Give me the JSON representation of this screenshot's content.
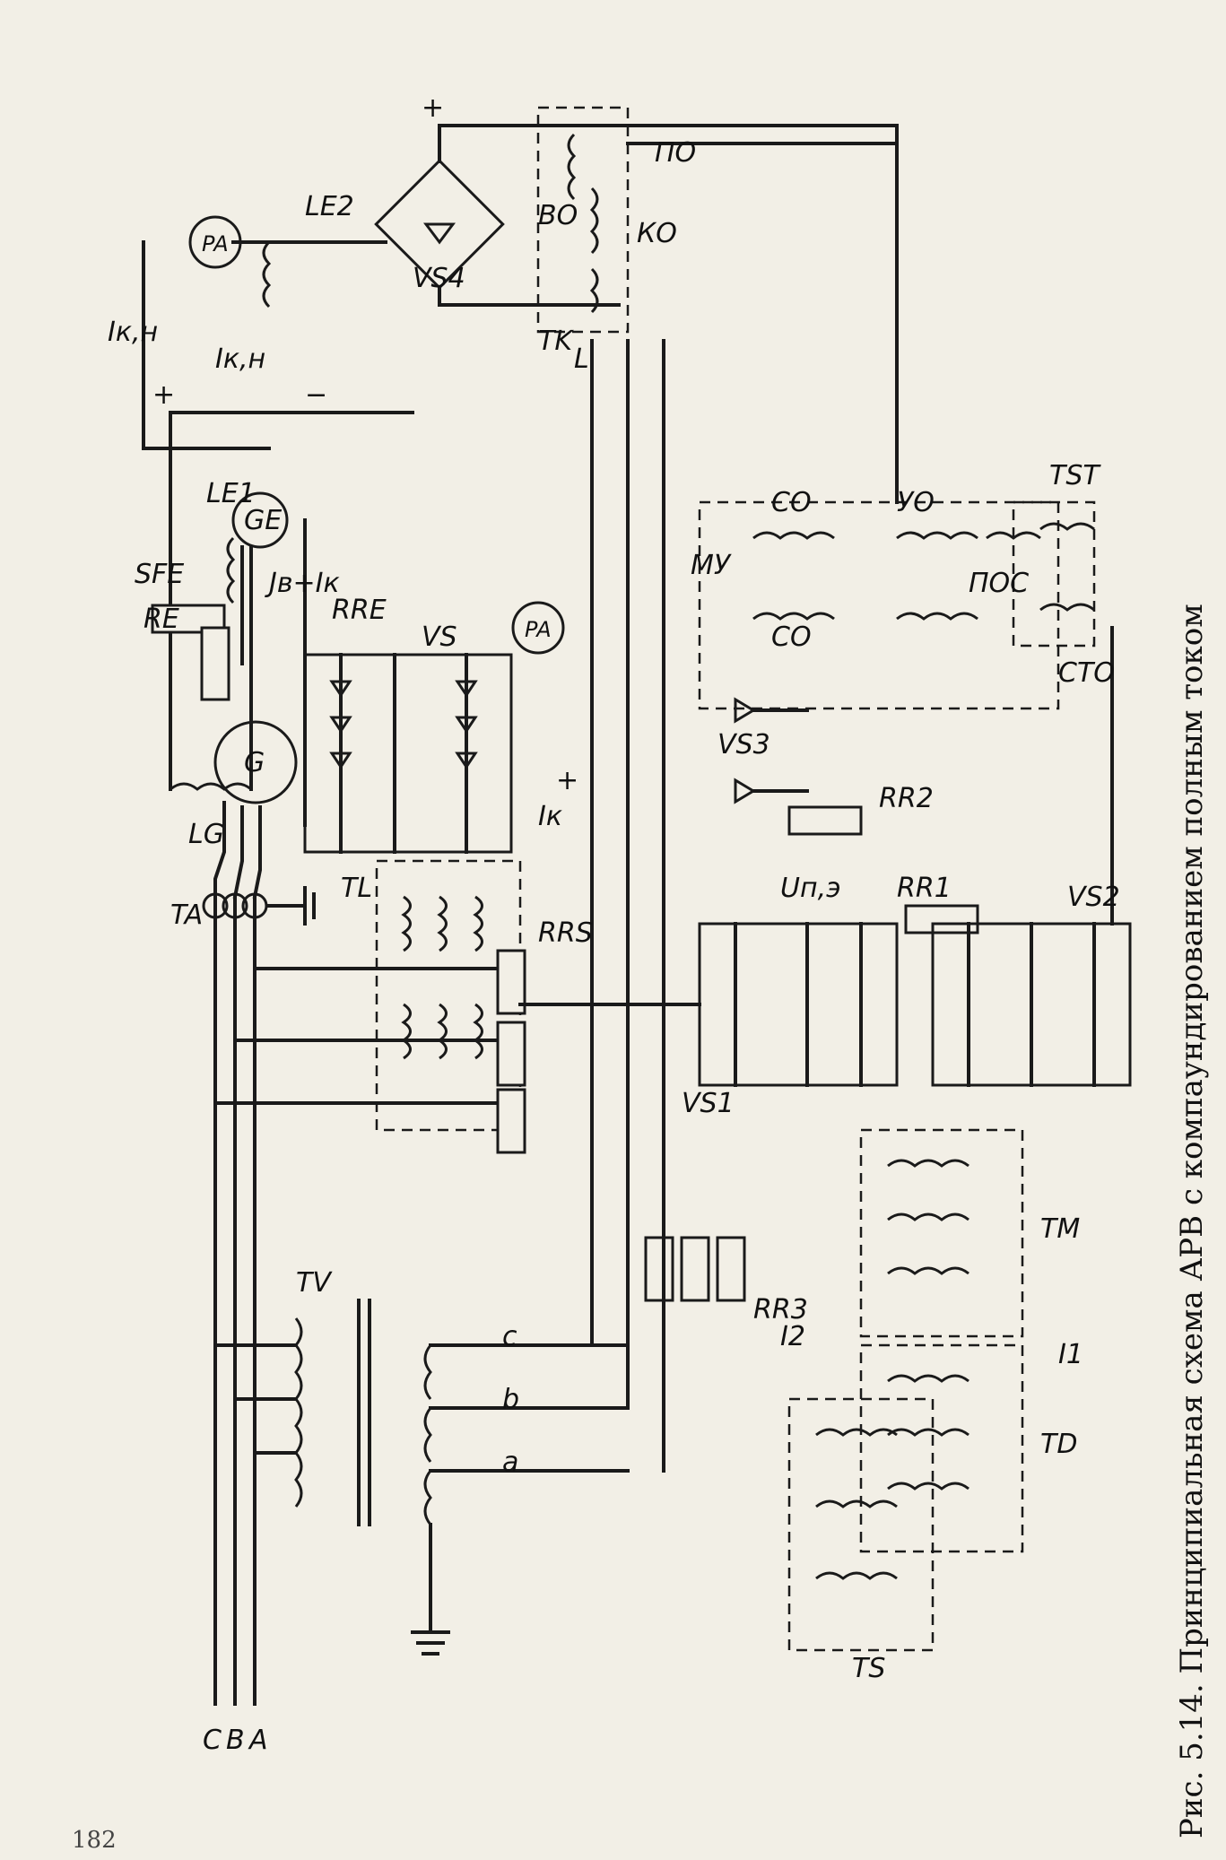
{
  "caption": "Рис. 5.14. Принципиальная схема АРВ с компаундированием полным током",
  "page_number": "182",
  "labels": {
    "phase_c": "C",
    "phase_b": "B",
    "phase_a": "A",
    "ta": "TA",
    "tv": "TV",
    "g": "G",
    "tl": "TL",
    "rrs": "RRS",
    "lg": "LG",
    "vs": "VS",
    "ge": "GE",
    "sfe": "SFE",
    "re": "RE",
    "rre": "RRE",
    "le1": "LE1",
    "le2": "LE2",
    "pa1": "PA",
    "pa2": "PA",
    "jb_ik": "Jв+Iк",
    "ik_dc": "Iк",
    "ik_h1": "Iк,н",
    "ik_h2": "Iк,н",
    "vs4": "VS4",
    "tk": "TK",
    "l": "L",
    "vo": "ВО",
    "ko": "КО",
    "po": "ПО",
    "mu": "МУ",
    "co1": "СО",
    "co2": "СО",
    "yo": "УО",
    "pos": "ПОС",
    "sto": "СТО",
    "tst": "TST",
    "vs3": "VS3",
    "rr2": "RR2",
    "rr1": "RR1",
    "upe": "Uп,э",
    "vs1": "VS1",
    "vs2": "VS2",
    "tm": "TM",
    "td": "TD",
    "i1": "I1",
    "i2": "I2",
    "rr3": "RR3",
    "ts": "TS",
    "a": "a",
    "b": "b",
    "c": "c",
    "plus1": "+",
    "plus2": "+",
    "plus3": "+",
    "minus1": "−"
  }
}
